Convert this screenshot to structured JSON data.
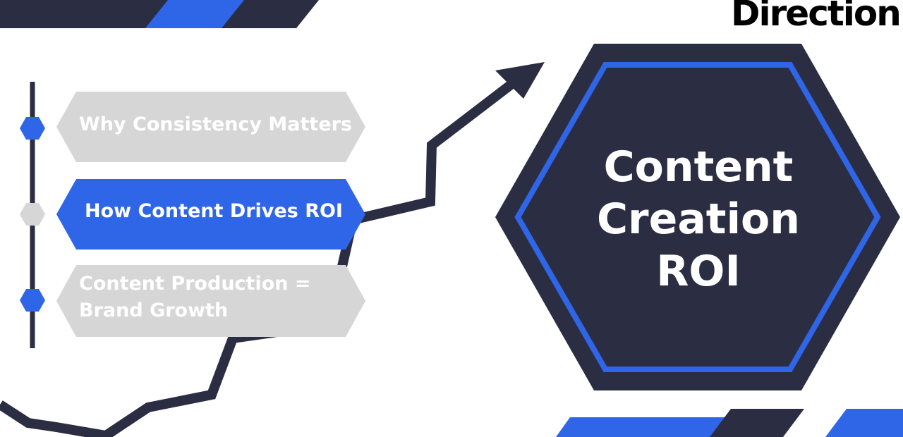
{
  "brand": {
    "logo_text": "Direction"
  },
  "hexagon": {
    "title_lines": [
      "Content",
      "Creation",
      "ROI"
    ]
  },
  "timeline": {
    "items": [
      {
        "label": "Why Consistency Matters",
        "active": false
      },
      {
        "label": "How Content Drives ROI",
        "active": true
      },
      {
        "label_lines": [
          "Content Production =",
          "Brand Growth"
        ],
        "active": false
      }
    ]
  },
  "colors": {
    "navy": "#2b2d42",
    "blue": "#2f66e8",
    "gray": "#d6d6d6",
    "text_gray": "#ffffff",
    "white": "#ffffff"
  }
}
